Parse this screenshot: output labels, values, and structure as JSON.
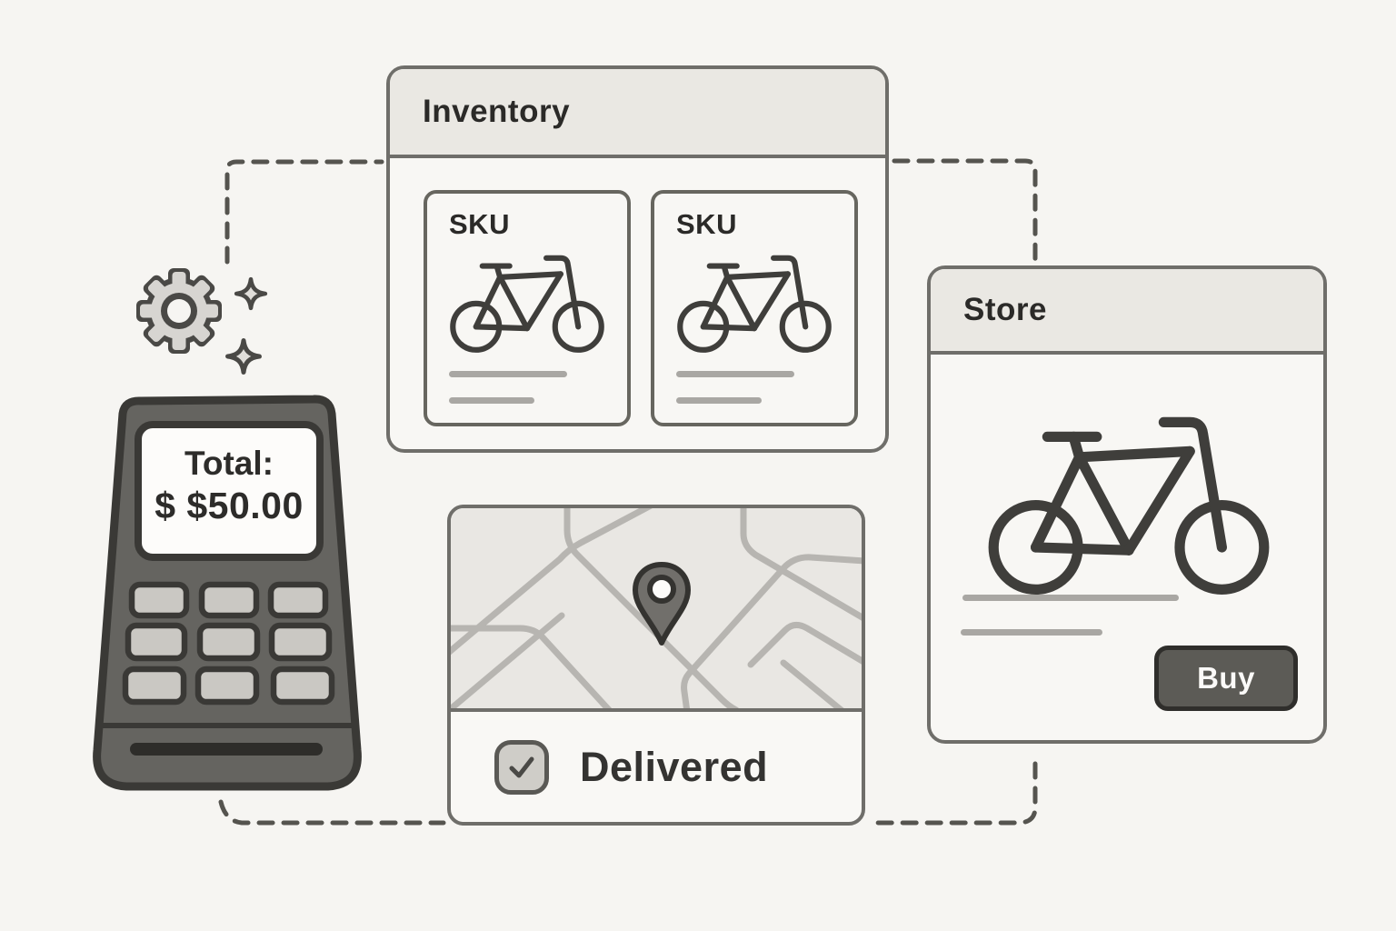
{
  "colors": {
    "background": "#f6f5f2",
    "panel_border": "#6f6e6a",
    "panel_header_fill": "#eae8e3",
    "panel_body_fill": "#f8f7f4",
    "ink": "#2e2d2b",
    "placeholder_line": "#a9a7a3",
    "buy_button_fill": "#5c5b56",
    "buy_button_text": "#fbfaf8",
    "terminal_body": "#656460",
    "terminal_key_fill": "#cac8c3",
    "map_fill": "#e9e7e3",
    "map_road": "#b7b5b1",
    "pin_fill": "#716f6b",
    "dashed_connector": "#55544f"
  },
  "inventory": {
    "title": "Inventory",
    "cards": [
      {
        "label": "SKU"
      },
      {
        "label": "SKU"
      }
    ]
  },
  "store": {
    "title": "Store",
    "buy_label": "Buy"
  },
  "terminal": {
    "screen_line1": "Total:",
    "screen_line2": "$ $50.00",
    "keypad": {
      "rows": 3,
      "cols": 3
    }
  },
  "delivery": {
    "status_label": "Delivered",
    "checkbox_checked": true
  },
  "icons": {
    "names": [
      "gear-icon",
      "sparkle-icon",
      "bicycle-icon",
      "location-pin-icon",
      "checkmark-icon",
      "card-slot"
    ]
  }
}
